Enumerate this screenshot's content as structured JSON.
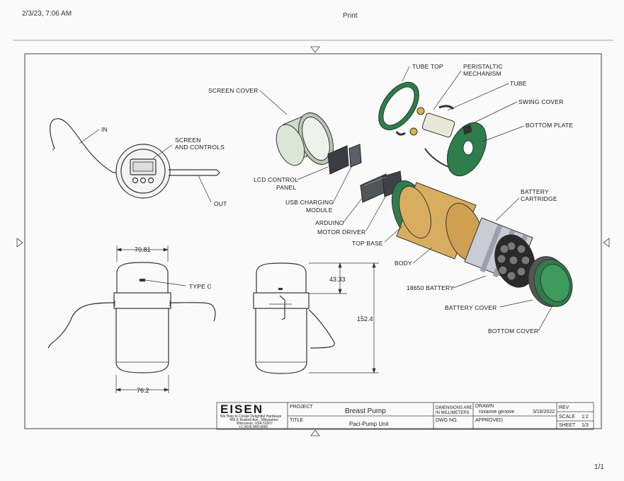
{
  "print_header": {
    "datetime": "2/3/23, 7:06 AM",
    "title": "Print",
    "page_count": "1/1"
  },
  "labels": {
    "in": "IN",
    "screen": "SCREEN",
    "and_controls": "AND CONTROLS",
    "out": "OUT",
    "screen_cover": "SCREEN COVER",
    "lcd_control": "LCD CONTROL",
    "panel": "PANEL",
    "usb_charging": "USB CHARGING",
    "module": "MODULE",
    "arduino": "ARDUINO",
    "motor_driver": "MOTOR DRIVER",
    "top_base": "TOP BASE",
    "tube_top": "TUBE TOP",
    "peristaltic": "PERISTALTIC",
    "mechanism": "MECHANISM",
    "tube": "TUBE",
    "swing_cover": "SWING COVER",
    "bottom_plate": "BOTTOM PLATE",
    "battery": "BATTERY",
    "cartridge": "CARTRIDGE",
    "body": "BODY",
    "battery_18650": "18650 BATTERY",
    "battery_cover": "BATTERY COVER",
    "bottom_cover": "BOTTOM COVER",
    "type_c": "TYPE C"
  },
  "dimensions": {
    "top_width": "70.81",
    "bottom_width": "76.2",
    "cap_height": "43.33",
    "total_height": "152.4"
  },
  "title_block": {
    "company": "EISEN",
    "tagline": "We Help to Create Delightful Hardware",
    "address1": "405 E Ruskell Ave., Milwaukee,",
    "address2": "Wisconsin, USA 53207",
    "phone": "+1 (414) 949-0662",
    "project_label": "PROJECT",
    "project_value": "Breast Pump",
    "title_label": "TITLE",
    "title_value": "Paci-Pump Unit",
    "dims_note1": "DIMENSIONS ARE",
    "dims_note2": "IN MILLIMETERS",
    "drawn_label": "DRAWN",
    "drawn_by": "roxanne genove",
    "drawn_date": "3/16/2022",
    "dwg_no_label": "DWG NO.",
    "approved_label": "APPROVED",
    "rev_label": "REV",
    "scale_label": "SCALE",
    "scale_value": "1:2",
    "sheet_label": "SHEET",
    "sheet_value": "1/3"
  },
  "colors": {
    "green": "#2e7d4a",
    "green_light": "#8fd19e",
    "body_tan": "#d9ad5f",
    "cover_gray": "#d6dfd2",
    "dark": "#333333"
  }
}
